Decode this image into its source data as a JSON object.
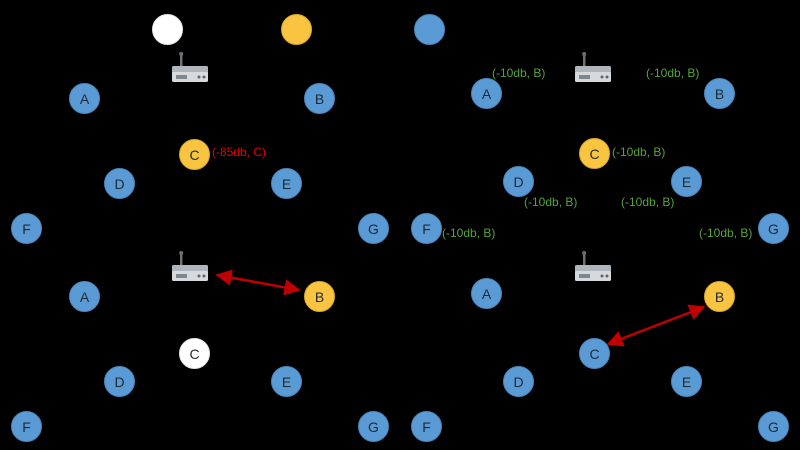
{
  "diagram": {
    "description": "WiFi access point scan / roaming diagram with four panels of nodes A-G",
    "node_labels": [
      "A",
      "B",
      "C",
      "D",
      "E",
      "F",
      "G"
    ]
  },
  "colors": {
    "background": "#000000",
    "node_blue": "#5b9bd5",
    "node_yellow": "#f9c440",
    "node_white": "#ffffff",
    "annotation_red": "#e60000",
    "annotation_green": "#56a33c",
    "arrow_red": "#c00000"
  },
  "legend": {
    "items": [
      {
        "color": "white"
      },
      {
        "color": "yellow"
      },
      {
        "color": "blue"
      }
    ]
  },
  "panels": [
    {
      "id": "top-left",
      "router": true,
      "nodes": [
        {
          "label": "A",
          "color": "blue"
        },
        {
          "label": "B",
          "color": "blue"
        },
        {
          "label": "C",
          "color": "yellow",
          "annotation": "(-85db, C)",
          "annotation_color": "red"
        },
        {
          "label": "D",
          "color": "blue"
        },
        {
          "label": "E",
          "color": "blue"
        },
        {
          "label": "F",
          "color": "blue"
        },
        {
          "label": "G",
          "color": "blue"
        }
      ]
    },
    {
      "id": "top-right",
      "router": true,
      "nodes": [
        {
          "label": "A",
          "color": "blue",
          "annotation": "(-10db, B)",
          "annotation_color": "green"
        },
        {
          "label": "B",
          "color": "blue",
          "annotation": "(-10db, B)",
          "annotation_color": "green"
        },
        {
          "label": "C",
          "color": "yellow",
          "annotation": "(-10db, B)",
          "annotation_color": "green"
        },
        {
          "label": "D",
          "color": "blue",
          "annotation": "(-10db, B)",
          "annotation_color": "green"
        },
        {
          "label": "E",
          "color": "blue",
          "annotation": "(-10db, B)",
          "annotation_color": "green"
        },
        {
          "label": "F",
          "color": "blue",
          "annotation": "(-10db, B)",
          "annotation_color": "green"
        },
        {
          "label": "G",
          "color": "blue",
          "annotation": "(-10db, B)",
          "annotation_color": "green"
        }
      ]
    },
    {
      "id": "bottom-left",
      "router": true,
      "arrow": {
        "from": "router",
        "to": "B",
        "double_headed": true
      },
      "nodes": [
        {
          "label": "A",
          "color": "blue"
        },
        {
          "label": "B",
          "color": "yellow"
        },
        {
          "label": "C",
          "color": "white"
        },
        {
          "label": "D",
          "color": "blue"
        },
        {
          "label": "E",
          "color": "blue"
        },
        {
          "label": "F",
          "color": "blue"
        },
        {
          "label": "G",
          "color": "blue"
        }
      ]
    },
    {
      "id": "bottom-right",
      "router": true,
      "arrow": {
        "from": "C",
        "to": "B",
        "double_headed": true
      },
      "nodes": [
        {
          "label": "A",
          "color": "blue"
        },
        {
          "label": "B",
          "color": "yellow"
        },
        {
          "label": "C",
          "color": "blue"
        },
        {
          "label": "D",
          "color": "blue"
        },
        {
          "label": "E",
          "color": "blue"
        },
        {
          "label": "F",
          "color": "blue"
        },
        {
          "label": "G",
          "color": "blue"
        }
      ]
    }
  ]
}
